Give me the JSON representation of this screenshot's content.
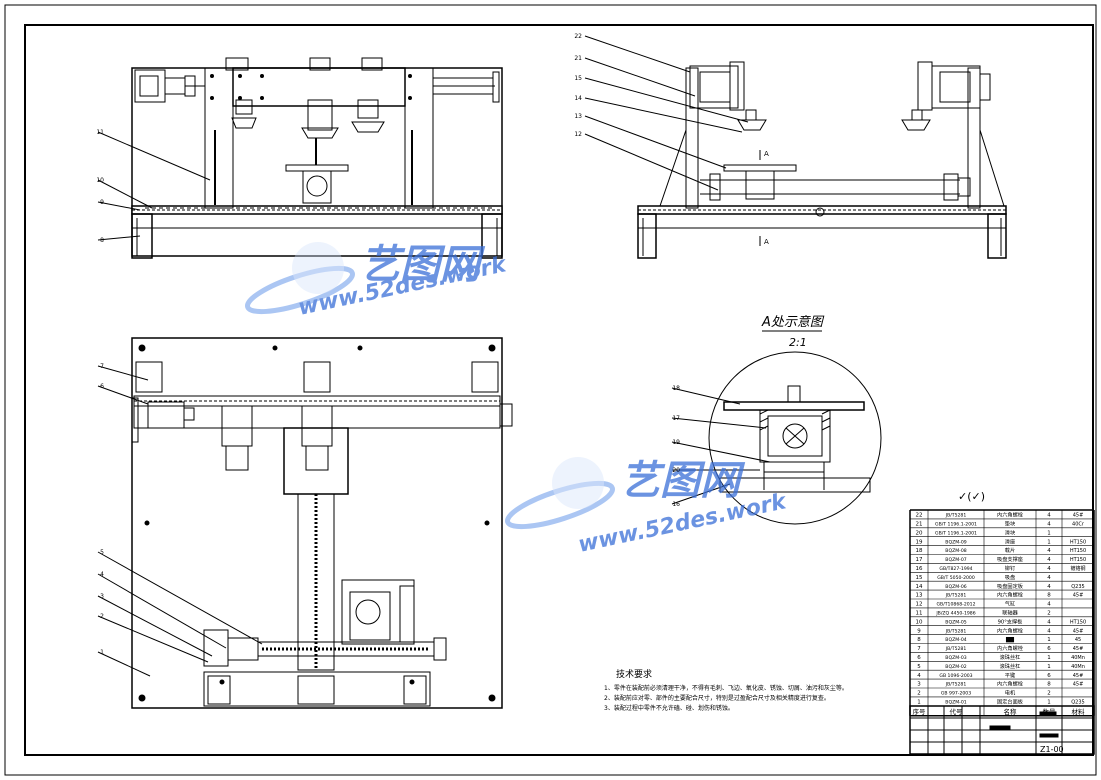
{
  "drawing": {
    "detail_title": "A处示意图",
    "detail_scale": "2:1",
    "section_marker": "A",
    "roughness": "✓(✓)",
    "drawing_no": "Z1-00",
    "leader_labels_front": [
      "11",
      "10",
      "9",
      "8"
    ],
    "leader_labels_side": [
      "22",
      "21",
      "15",
      "14",
      "13",
      "12"
    ],
    "leader_labels_plan": [
      "7",
      "6",
      "5",
      "4",
      "3",
      "2",
      "1"
    ],
    "leader_labels_detail": [
      "18",
      "17",
      "19",
      "20",
      "16"
    ]
  },
  "tech_requirements": {
    "title": "技术要求",
    "lines": [
      "1、零件在装配前必须清理干净，不得有毛刺、飞边、氧化皮、锈蚀、切屑、油污和灰尘等。",
      "2、装配前应对零、部件的主要配合尺寸，特别是过盈配合尺寸及相关精度进行复查。",
      "3、装配过程中零件不允许磕、碰、划伤和锈蚀。"
    ]
  },
  "bom": {
    "headers": [
      "序号",
      "代号",
      "名称",
      "数量",
      "材料"
    ],
    "rows": [
      [
        "22",
        "JB/T5281",
        "内六角螺栓",
        "4",
        "45#"
      ],
      [
        "21",
        "GB/T 1196.1-2001",
        "垫块",
        "4",
        "40Cr"
      ],
      [
        "20",
        "GB/T 1196.1-2001",
        "滑块",
        "1",
        ""
      ],
      [
        "19",
        "BQZM-09",
        "滑座",
        "1",
        "HT150"
      ],
      [
        "18",
        "BQZM-08",
        "载片",
        "4",
        "HT150"
      ],
      [
        "17",
        "BQZM-07",
        "吸盘支撑座",
        "4",
        "HT150"
      ],
      [
        "16",
        "GB/T827-1994",
        "铆钉",
        "4",
        "镀铬钢"
      ],
      [
        "15",
        "GB/T 5050-2000",
        "吸盘",
        "4",
        ""
      ],
      [
        "14",
        "BQZM-06",
        "吸盘固定板",
        "4",
        "Q235"
      ],
      [
        "13",
        "JB/T5281",
        "内六角螺栓",
        "8",
        "45#"
      ],
      [
        "12",
        "GB/T10868-2012",
        "气缸",
        "4",
        ""
      ],
      [
        "11",
        "JB/ZQ 4450-1986",
        "联轴器",
        "2",
        ""
      ],
      [
        "10",
        "BQZM-05",
        "90°支撑板",
        "4",
        "HT150"
      ],
      [
        "9",
        "JB/T5281",
        "内六角螺栓",
        "4",
        "45#"
      ],
      [
        "8",
        "BQZM-04",
        "▇▇",
        "1",
        "45"
      ],
      [
        "7",
        "JB/T5281",
        "内六角螺栓",
        "6",
        "45#"
      ],
      [
        "6",
        "BQZM-03",
        "滚珠丝杠",
        "1",
        "40Mn"
      ],
      [
        "5",
        "BQZM-02",
        "滚珠丝杠",
        "1",
        "40Mn"
      ],
      [
        "4",
        "GB 1096-2003",
        "平键",
        "6",
        "45#"
      ],
      [
        "3",
        "JB/T5281",
        "内六角螺栓",
        "8",
        "45#"
      ],
      [
        "2",
        "GB 997-2003",
        "电机",
        "2",
        ""
      ],
      [
        "1",
        "BQZM-01",
        "固定台面板",
        "1",
        "Q235"
      ]
    ]
  },
  "watermark": {
    "brand": "艺图网",
    "url": "www.52des.work"
  },
  "colors": {
    "line": "#000000",
    "watermark_blue": "#3a6fd8",
    "watermark_light": "#8fb3ef"
  }
}
